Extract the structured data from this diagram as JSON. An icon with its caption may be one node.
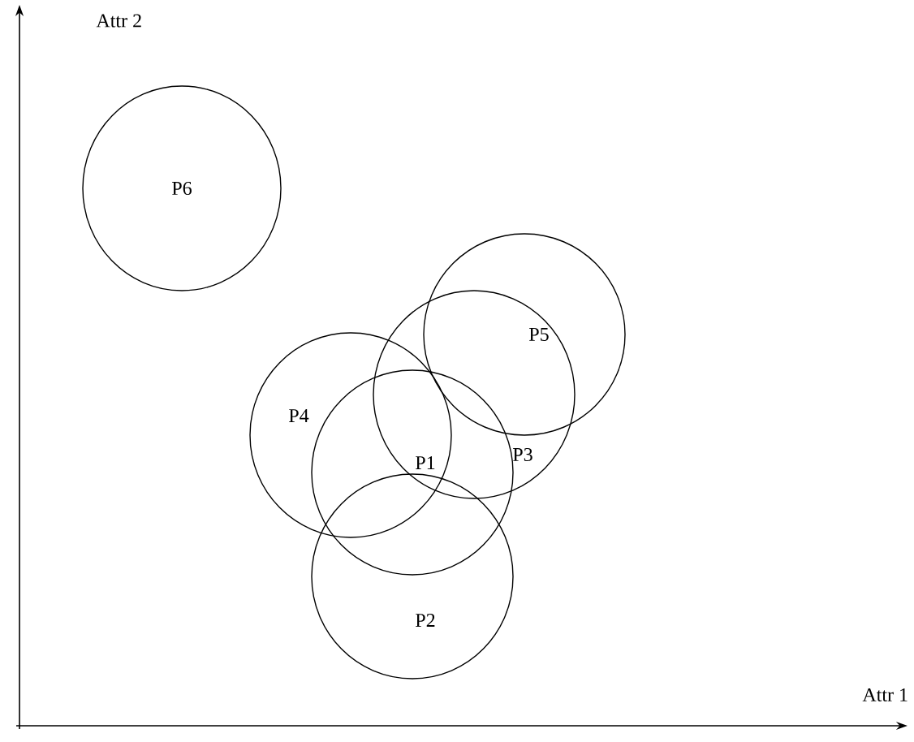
{
  "diagram": {
    "nodes": [
      {
        "text": [
          "P6"
        ]
      },
      {
        "text": [
          "P5"
        ]
      },
      {
        "text": [
          "P3"
        ]
      },
      {
        "text": [
          "P4"
        ]
      },
      {
        "text": [
          "P1"
        ]
      },
      {
        "text": [
          "P2"
        ]
      }
    ],
    "labels": [
      "Attr 2",
      "Attr 1"
    ]
  }
}
